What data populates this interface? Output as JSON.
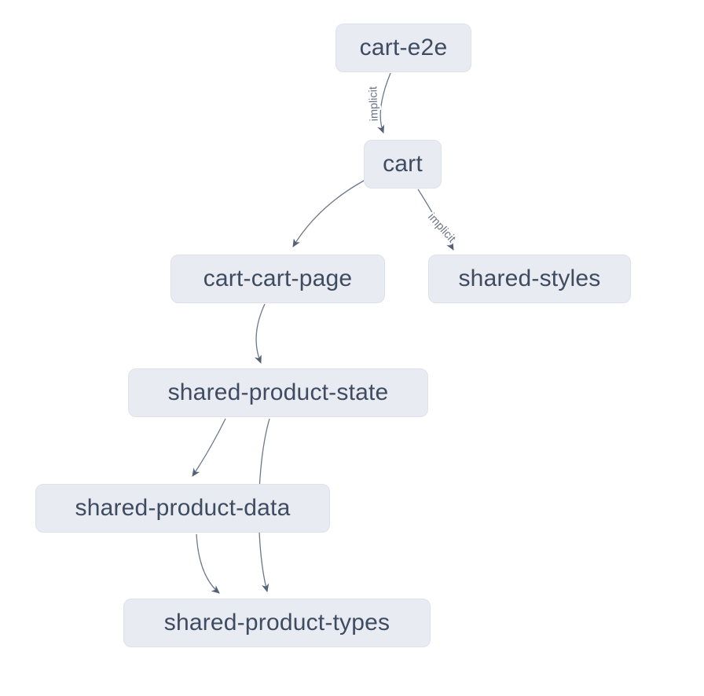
{
  "diagram": {
    "type": "dependency-graph",
    "colors": {
      "background": "#ffffff",
      "node_fill": "#e8ebf1",
      "node_border": "#dde2ea",
      "node_text": "#3f4b60",
      "edge_stroke": "#6d7789",
      "arrowhead": "#556077",
      "edge_label_text": "#6b7486"
    },
    "nodes": [
      {
        "id": "cart-e2e",
        "label": "cart-e2e"
      },
      {
        "id": "cart",
        "label": "cart"
      },
      {
        "id": "cart-cart-page",
        "label": "cart-cart-page"
      },
      {
        "id": "shared-styles",
        "label": "shared-styles"
      },
      {
        "id": "shared-product-state",
        "label": "shared-product-state"
      },
      {
        "id": "shared-product-data",
        "label": "shared-product-data"
      },
      {
        "id": "shared-product-types",
        "label": "shared-product-types"
      }
    ],
    "edges": [
      {
        "from": "cart-e2e",
        "to": "cart",
        "label": "implicit"
      },
      {
        "from": "cart",
        "to": "cart-cart-page",
        "label": ""
      },
      {
        "from": "cart",
        "to": "shared-styles",
        "label": "implicit"
      },
      {
        "from": "cart-cart-page",
        "to": "shared-product-state",
        "label": ""
      },
      {
        "from": "shared-product-state",
        "to": "shared-product-data",
        "label": ""
      },
      {
        "from": "shared-product-state",
        "to": "shared-product-types",
        "label": ""
      },
      {
        "from": "shared-product-data",
        "to": "shared-product-types",
        "label": ""
      }
    ]
  }
}
